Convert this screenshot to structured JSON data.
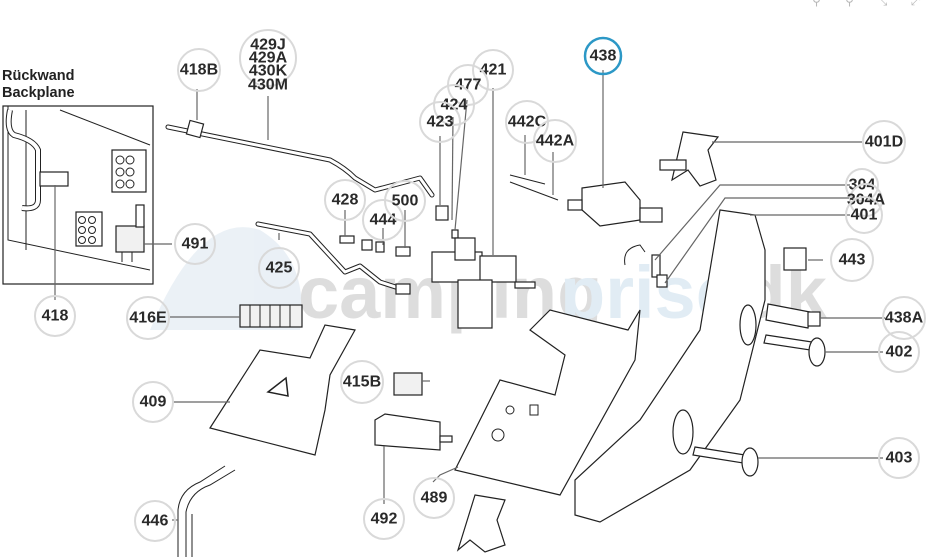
{
  "toolbar": {
    "buttons": [
      {
        "name": "zoom-in-icon",
        "glyph": "⚲"
      },
      {
        "name": "zoom-out-icon",
        "glyph": "⚲"
      },
      {
        "name": "shrink-icon",
        "glyph": "⤡"
      },
      {
        "name": "fullscreen-icon",
        "glyph": "⤢"
      }
    ]
  },
  "backplane": {
    "title_de": "Rückwand",
    "title_en": "Backplane"
  },
  "watermark": {
    "part1": "camping",
    "part2": "priser",
    "part3": ".dk",
    "color1": "#d8d8d8",
    "color2": "#dce9f3"
  },
  "accent_color": "#2c98c6",
  "callouts": [
    {
      "id": "418B",
      "label": "418B"
    },
    {
      "id": "429-group",
      "lines": [
        "429J",
        "429A",
        "430K",
        "430M"
      ]
    },
    {
      "id": "421",
      "label": "421"
    },
    {
      "id": "477",
      "label": "477"
    },
    {
      "id": "424",
      "label": "424"
    },
    {
      "id": "423",
      "label": "423"
    },
    {
      "id": "438",
      "label": "438",
      "active": true
    },
    {
      "id": "442C",
      "label": "442C"
    },
    {
      "id": "442A",
      "label": "442A"
    },
    {
      "id": "401D",
      "label": "401D"
    },
    {
      "id": "304",
      "label": "304"
    },
    {
      "id": "304A",
      "label": "304A"
    },
    {
      "id": "401",
      "label": "401"
    },
    {
      "id": "428",
      "label": "428"
    },
    {
      "id": "444",
      "label": "444"
    },
    {
      "id": "500",
      "label": "500"
    },
    {
      "id": "491",
      "label": "491"
    },
    {
      "id": "425",
      "label": "425"
    },
    {
      "id": "443",
      "label": "443"
    },
    {
      "id": "418",
      "label": "418"
    },
    {
      "id": "416E",
      "label": "416E"
    },
    {
      "id": "438A",
      "label": "438A"
    },
    {
      "id": "402",
      "label": "402"
    },
    {
      "id": "415B",
      "label": "415B"
    },
    {
      "id": "409",
      "label": "409"
    },
    {
      "id": "403",
      "label": "403"
    },
    {
      "id": "489",
      "label": "489"
    },
    {
      "id": "492",
      "label": "492"
    },
    {
      "id": "446",
      "label": "446"
    }
  ]
}
